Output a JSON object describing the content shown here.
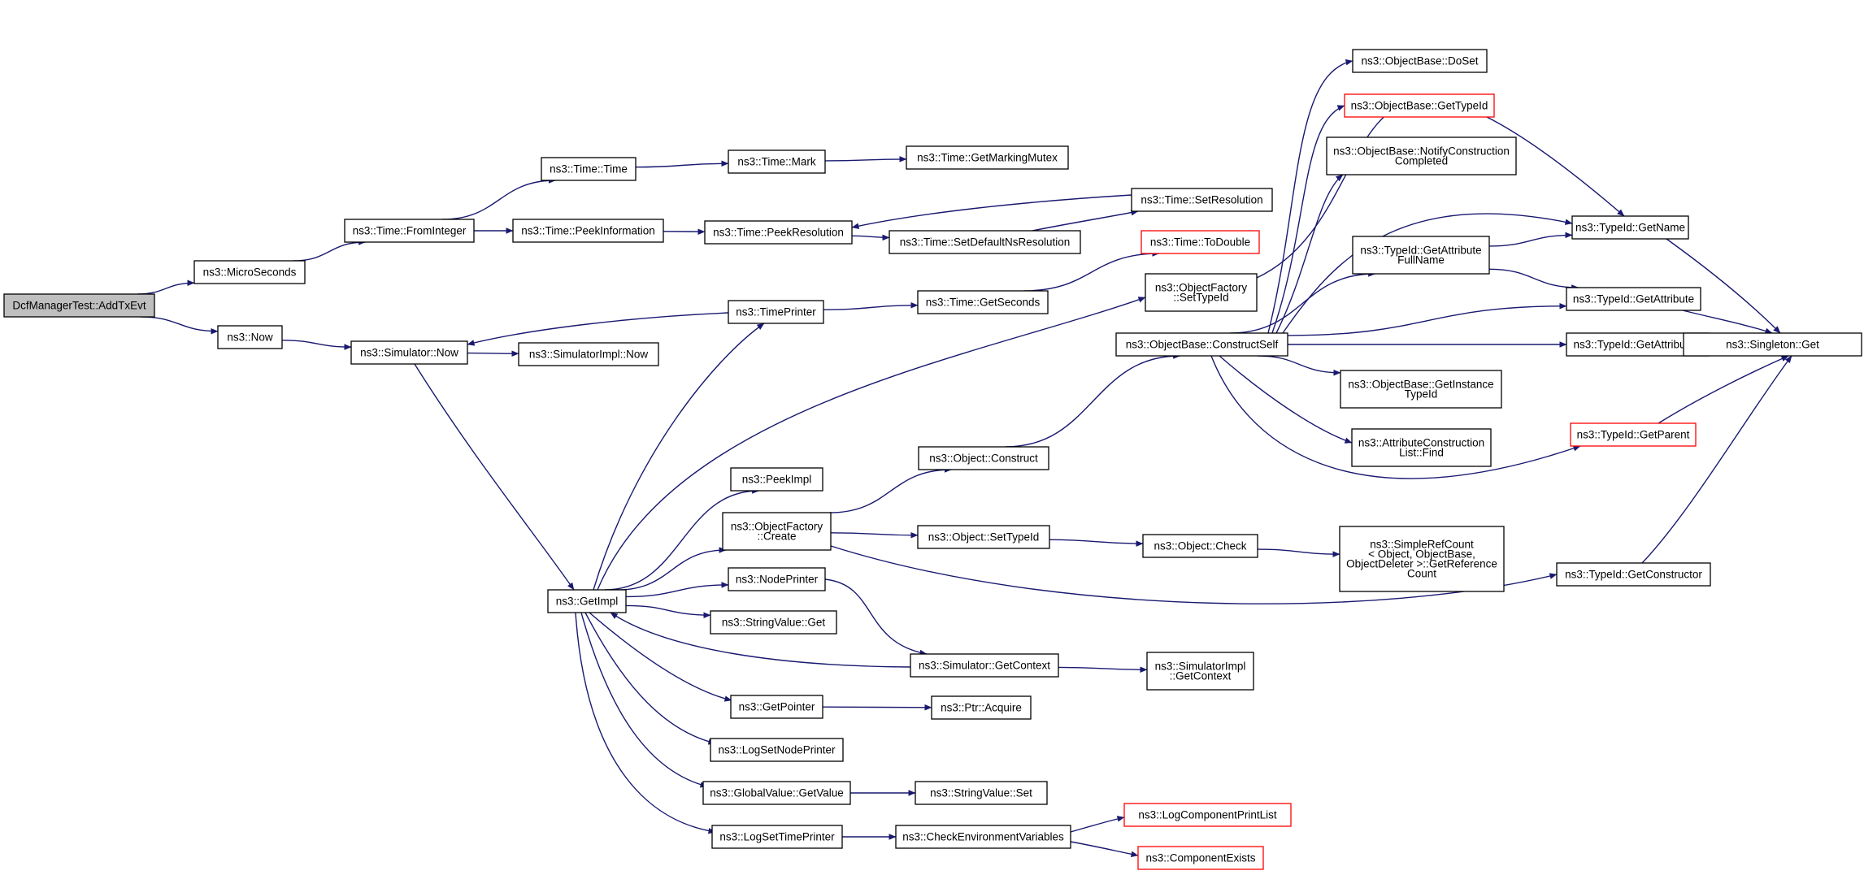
{
  "diagram": {
    "colors": {
      "edge": "#191970",
      "node_border": "#000000",
      "node_border_truncated": "#ff0000",
      "root_fill": "#bfbfbf",
      "node_fill": "#ffffff",
      "text": "#000000"
    },
    "nodes": [
      {
        "id": "root",
        "lines": [
          "DcfManagerTest::AddTxEvt"
        ],
        "root": true
      },
      {
        "id": "micro",
        "lines": [
          "ns3::MicroSeconds"
        ]
      },
      {
        "id": "now",
        "lines": [
          "ns3::Now"
        ]
      },
      {
        "id": "fromint",
        "lines": [
          "ns3::Time::FromInteger"
        ]
      },
      {
        "id": "timetime",
        "lines": [
          "ns3::Time::Time"
        ]
      },
      {
        "id": "peekinfo",
        "lines": [
          "ns3::Time::PeekInformation"
        ]
      },
      {
        "id": "timemark",
        "lines": [
          "ns3::Time::Mark"
        ]
      },
      {
        "id": "markmutex",
        "lines": [
          "ns3::Time::GetMarkingMutex"
        ]
      },
      {
        "id": "peekres",
        "lines": [
          "ns3::Time::PeekResolution"
        ]
      },
      {
        "id": "setdefres",
        "lines": [
          "ns3::Time::SetDefaultNsResolution"
        ]
      },
      {
        "id": "setres",
        "lines": [
          "ns3::Time::SetResolution"
        ]
      },
      {
        "id": "simnow",
        "lines": [
          "ns3::Simulator::Now"
        ]
      },
      {
        "id": "simimplnow",
        "lines": [
          "ns3::SimulatorImpl::Now"
        ]
      },
      {
        "id": "getimpl",
        "lines": [
          "ns3::GetImpl"
        ]
      },
      {
        "id": "timeprinter",
        "lines": [
          "ns3::TimePrinter"
        ]
      },
      {
        "id": "getseconds",
        "lines": [
          "ns3::Time::GetSeconds"
        ]
      },
      {
        "id": "todouble",
        "lines": [
          "ns3::Time::ToDouble"
        ],
        "truncated": true
      },
      {
        "id": "peekimpl",
        "lines": [
          "ns3::PeekImpl"
        ]
      },
      {
        "id": "ofcreate",
        "lines": [
          "ns3::ObjectFactory",
          "::Create"
        ]
      },
      {
        "id": "nodeprinter",
        "lines": [
          "ns3::NodePrinter"
        ]
      },
      {
        "id": "strvalget",
        "lines": [
          "ns3::StringValue::Get"
        ]
      },
      {
        "id": "getpointer",
        "lines": [
          "ns3::GetPointer"
        ]
      },
      {
        "id": "logsetnode",
        "lines": [
          "ns3::LogSetNodePrinter"
        ]
      },
      {
        "id": "gvgetvalue",
        "lines": [
          "ns3::GlobalValue::GetValue"
        ]
      },
      {
        "id": "logsettime",
        "lines": [
          "ns3::LogSetTimePrinter"
        ]
      },
      {
        "id": "objconstruct",
        "lines": [
          "ns3::Object::Construct"
        ]
      },
      {
        "id": "objsettypeid",
        "lines": [
          "ns3::Object::SetTypeId"
        ]
      },
      {
        "id": "simgetctx",
        "lines": [
          "ns3::Simulator::GetContext"
        ]
      },
      {
        "id": "ptracquire",
        "lines": [
          "ns3::Ptr::Acquire"
        ]
      },
      {
        "id": "strvalset",
        "lines": [
          "ns3::StringValue::Set"
        ]
      },
      {
        "id": "checkenv",
        "lines": [
          "ns3::CheckEnvironmentVariables"
        ]
      },
      {
        "id": "ofsettypeid",
        "lines": [
          "ns3::ObjectFactory",
          "::SetTypeId"
        ]
      },
      {
        "id": "constructself",
        "lines": [
          "ns3::ObjectBase::ConstructSelf"
        ]
      },
      {
        "id": "objcheck",
        "lines": [
          "ns3::Object::Check"
        ]
      },
      {
        "id": "simimplctx",
        "lines": [
          "ns3::SimulatorImpl",
          "::GetContext"
        ]
      },
      {
        "id": "logcompprint",
        "lines": [
          "ns3::LogComponentPrintList"
        ],
        "truncated": true
      },
      {
        "id": "compexists",
        "lines": [
          "ns3::ComponentExists"
        ],
        "truncated": true
      },
      {
        "id": "obdoset",
        "lines": [
          "ns3::ObjectBase::DoSet"
        ]
      },
      {
        "id": "obgettypeid",
        "lines": [
          "ns3::ObjectBase::GetTypeId"
        ],
        "truncated": true
      },
      {
        "id": "obnotify",
        "lines": [
          "ns3::ObjectBase::NotifyConstruction",
          "Completed"
        ]
      },
      {
        "id": "tidgetattrfull",
        "lines": [
          "ns3::TypeId::GetAttribute",
          "FullName"
        ]
      },
      {
        "id": "obgetinst",
        "lines": [
          "ns3::ObjectBase::GetInstance",
          "TypeId"
        ]
      },
      {
        "id": "attrfind",
        "lines": [
          "ns3::AttributeConstruction",
          "List::Find"
        ]
      },
      {
        "id": "simpleref",
        "lines": [
          "ns3::SimpleRefCount",
          "< Object, ObjectBase,",
          "ObjectDeleter >::GetReference",
          "Count"
        ]
      },
      {
        "id": "tidgetname",
        "lines": [
          "ns3::TypeId::GetName"
        ]
      },
      {
        "id": "tidgetattr",
        "lines": [
          "ns3::TypeId::GetAttribute"
        ]
      },
      {
        "id": "tidgetattrn",
        "lines": [
          "ns3::TypeId::GetAttributeN"
        ]
      },
      {
        "id": "tidgetparent",
        "lines": [
          "ns3::TypeId::GetParent"
        ],
        "truncated": true
      },
      {
        "id": "tidgetctor",
        "lines": [
          "ns3::TypeId::GetConstructor"
        ]
      },
      {
        "id": "singleton",
        "lines": [
          "ns3::Singleton::Get"
        ]
      }
    ],
    "edges": [
      [
        "root",
        "micro"
      ],
      [
        "root",
        "now"
      ],
      [
        "micro",
        "fromint"
      ],
      [
        "fromint",
        "timetime"
      ],
      [
        "fromint",
        "peekinfo"
      ],
      [
        "timetime",
        "timemark"
      ],
      [
        "timemark",
        "markmutex"
      ],
      [
        "peekinfo",
        "peekres"
      ],
      [
        "peekres",
        "setdefres"
      ],
      [
        "setdefres",
        "setres"
      ],
      [
        "setres",
        "peekres"
      ],
      [
        "now",
        "simnow"
      ],
      [
        "simnow",
        "simimplnow"
      ],
      [
        "simnow",
        "getimpl"
      ],
      [
        "getimpl",
        "timeprinter"
      ],
      [
        "timeprinter",
        "getseconds"
      ],
      [
        "timeprinter",
        "simnow"
      ],
      [
        "getseconds",
        "todouble"
      ],
      [
        "getimpl",
        "ofsettypeid"
      ],
      [
        "getimpl",
        "peekimpl"
      ],
      [
        "getimpl",
        "ofcreate"
      ],
      [
        "getimpl",
        "nodeprinter"
      ],
      [
        "getimpl",
        "strvalget"
      ],
      [
        "getimpl",
        "getpointer"
      ],
      [
        "getimpl",
        "logsetnode"
      ],
      [
        "getimpl",
        "gvgetvalue"
      ],
      [
        "getimpl",
        "logsettime"
      ],
      [
        "ofcreate",
        "objconstruct"
      ],
      [
        "ofcreate",
        "objsettypeid"
      ],
      [
        "ofcreate",
        "tidgetctor"
      ],
      [
        "objconstruct",
        "constructself"
      ],
      [
        "objsettypeid",
        "objcheck"
      ],
      [
        "objcheck",
        "simpleref"
      ],
      [
        "nodeprinter",
        "simgetctx"
      ],
      [
        "simgetctx",
        "getimpl"
      ],
      [
        "simgetctx",
        "simimplctx"
      ],
      [
        "getpointer",
        "ptracquire"
      ],
      [
        "gvgetvalue",
        "strvalset"
      ],
      [
        "logsettime",
        "checkenv"
      ],
      [
        "checkenv",
        "logcompprint"
      ],
      [
        "checkenv",
        "compexists"
      ],
      [
        "ofsettypeid",
        "tidgetname"
      ],
      [
        "constructself",
        "obdoset"
      ],
      [
        "constructself",
        "obgettypeid"
      ],
      [
        "constructself",
        "obnotify"
      ],
      [
        "constructself",
        "tidgetname"
      ],
      [
        "constructself",
        "tidgetattrfull"
      ],
      [
        "constructself",
        "tidgetattr"
      ],
      [
        "constructself",
        "tidgetattrn"
      ],
      [
        "constructself",
        "obgetinst"
      ],
      [
        "constructself",
        "attrfind"
      ],
      [
        "constructself",
        "tidgetparent"
      ],
      [
        "tidgetattrfull",
        "tidgetname"
      ],
      [
        "tidgetattrfull",
        "tidgetattr"
      ],
      [
        "tidgetname",
        "singleton"
      ],
      [
        "tidgetattr",
        "singleton"
      ],
      [
        "tidgetattrn",
        "singleton"
      ],
      [
        "tidgetparent",
        "singleton"
      ],
      [
        "tidgetctor",
        "singleton"
      ]
    ]
  }
}
